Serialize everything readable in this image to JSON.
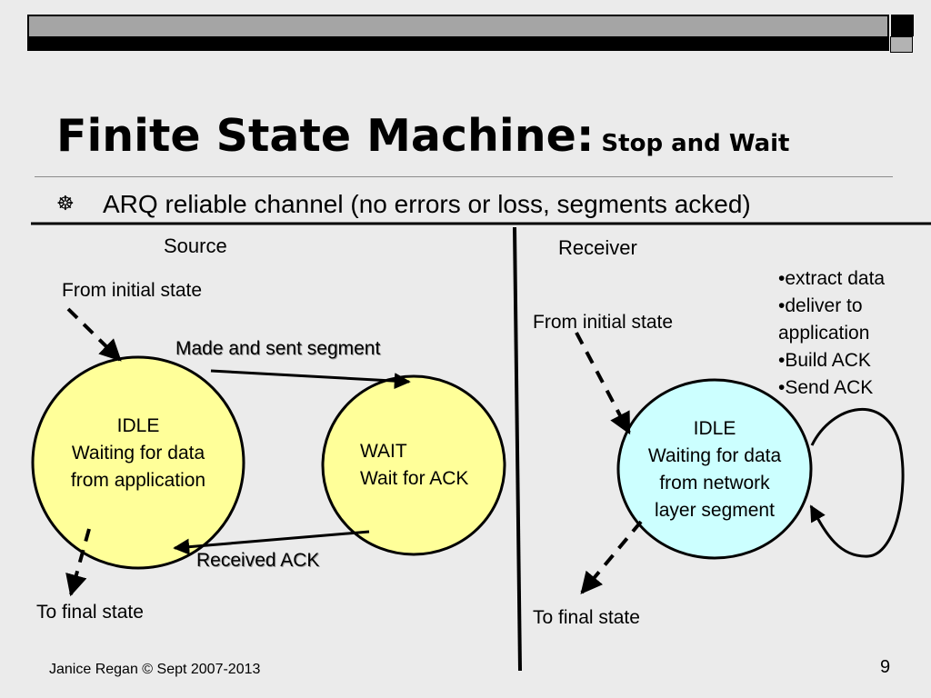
{
  "slide": {
    "title": "Finite State Machine:",
    "subtitle": "Stop and Wait",
    "bullet": "ARQ reliable channel (no errors or loss, segments acked)",
    "footer": "Janice Regan © Sept 2007-2013",
    "page_number": "9"
  },
  "colors": {
    "source_state_fill": "#ffff99",
    "receiver_state_fill": "#ccffff",
    "background": "#ebebeb"
  },
  "source": {
    "heading": "Source",
    "from_initial": "From initial state",
    "to_final": "To final state",
    "idle": {
      "line1": "IDLE",
      "line2": "Waiting for data",
      "line3": "from application"
    },
    "wait": {
      "line1": "WAIT",
      "line2": "Wait for ACK"
    },
    "sent_label": "Made and sent segment",
    "received_label": "Received ACK"
  },
  "receiver": {
    "heading": "Receiver",
    "from_initial": "From initial state",
    "to_final": "To final state",
    "idle": {
      "line1": "IDLE",
      "line2": "Waiting for data",
      "line3": "from network",
      "line4": "layer segment"
    },
    "actions": [
      "•extract data",
      "•deliver to",
      "application",
      "•Build ACK",
      "•Send ACK"
    ]
  }
}
